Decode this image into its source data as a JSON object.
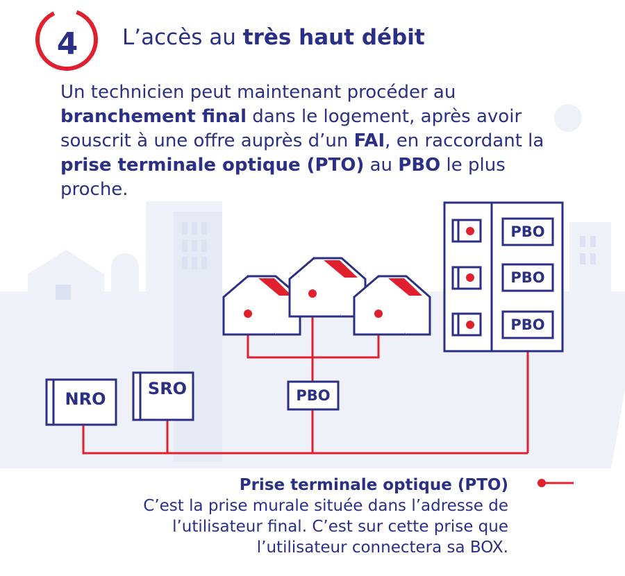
{
  "header": {
    "step_number": "4",
    "title_prefix": "L’accès au ",
    "title_bold": "très haut débit"
  },
  "intro": {
    "part1": "Un technicien peut maintenant procéder au ",
    "bold1": "branchement final",
    "part2": " dans le logement, après avoir souscrit à une offre auprès d’un ",
    "bold2": "FAI",
    "part3": ", en raccordant la ",
    "bold3": "prise terminale optique (PTO)",
    "part4": " au ",
    "bold4": "PBO",
    "part5": " le plus proche."
  },
  "diagram": {
    "nro_label": "NRO",
    "sro_label": "SRO",
    "pbo_street_label": "PBO",
    "building_pbo_labels": [
      "PBO",
      "PBO",
      "PBO"
    ]
  },
  "legend": {
    "title": "Prise terminale optique (PTO)",
    "description": "C’est la prise murale située dans l’adresse de l’utilisateur final. C’est sur cette prise que l’utilisateur connectera sa BOX."
  },
  "colors": {
    "navy": "#2b2f86",
    "red": "#e0202e",
    "background_shapes": "#eef0f8"
  }
}
